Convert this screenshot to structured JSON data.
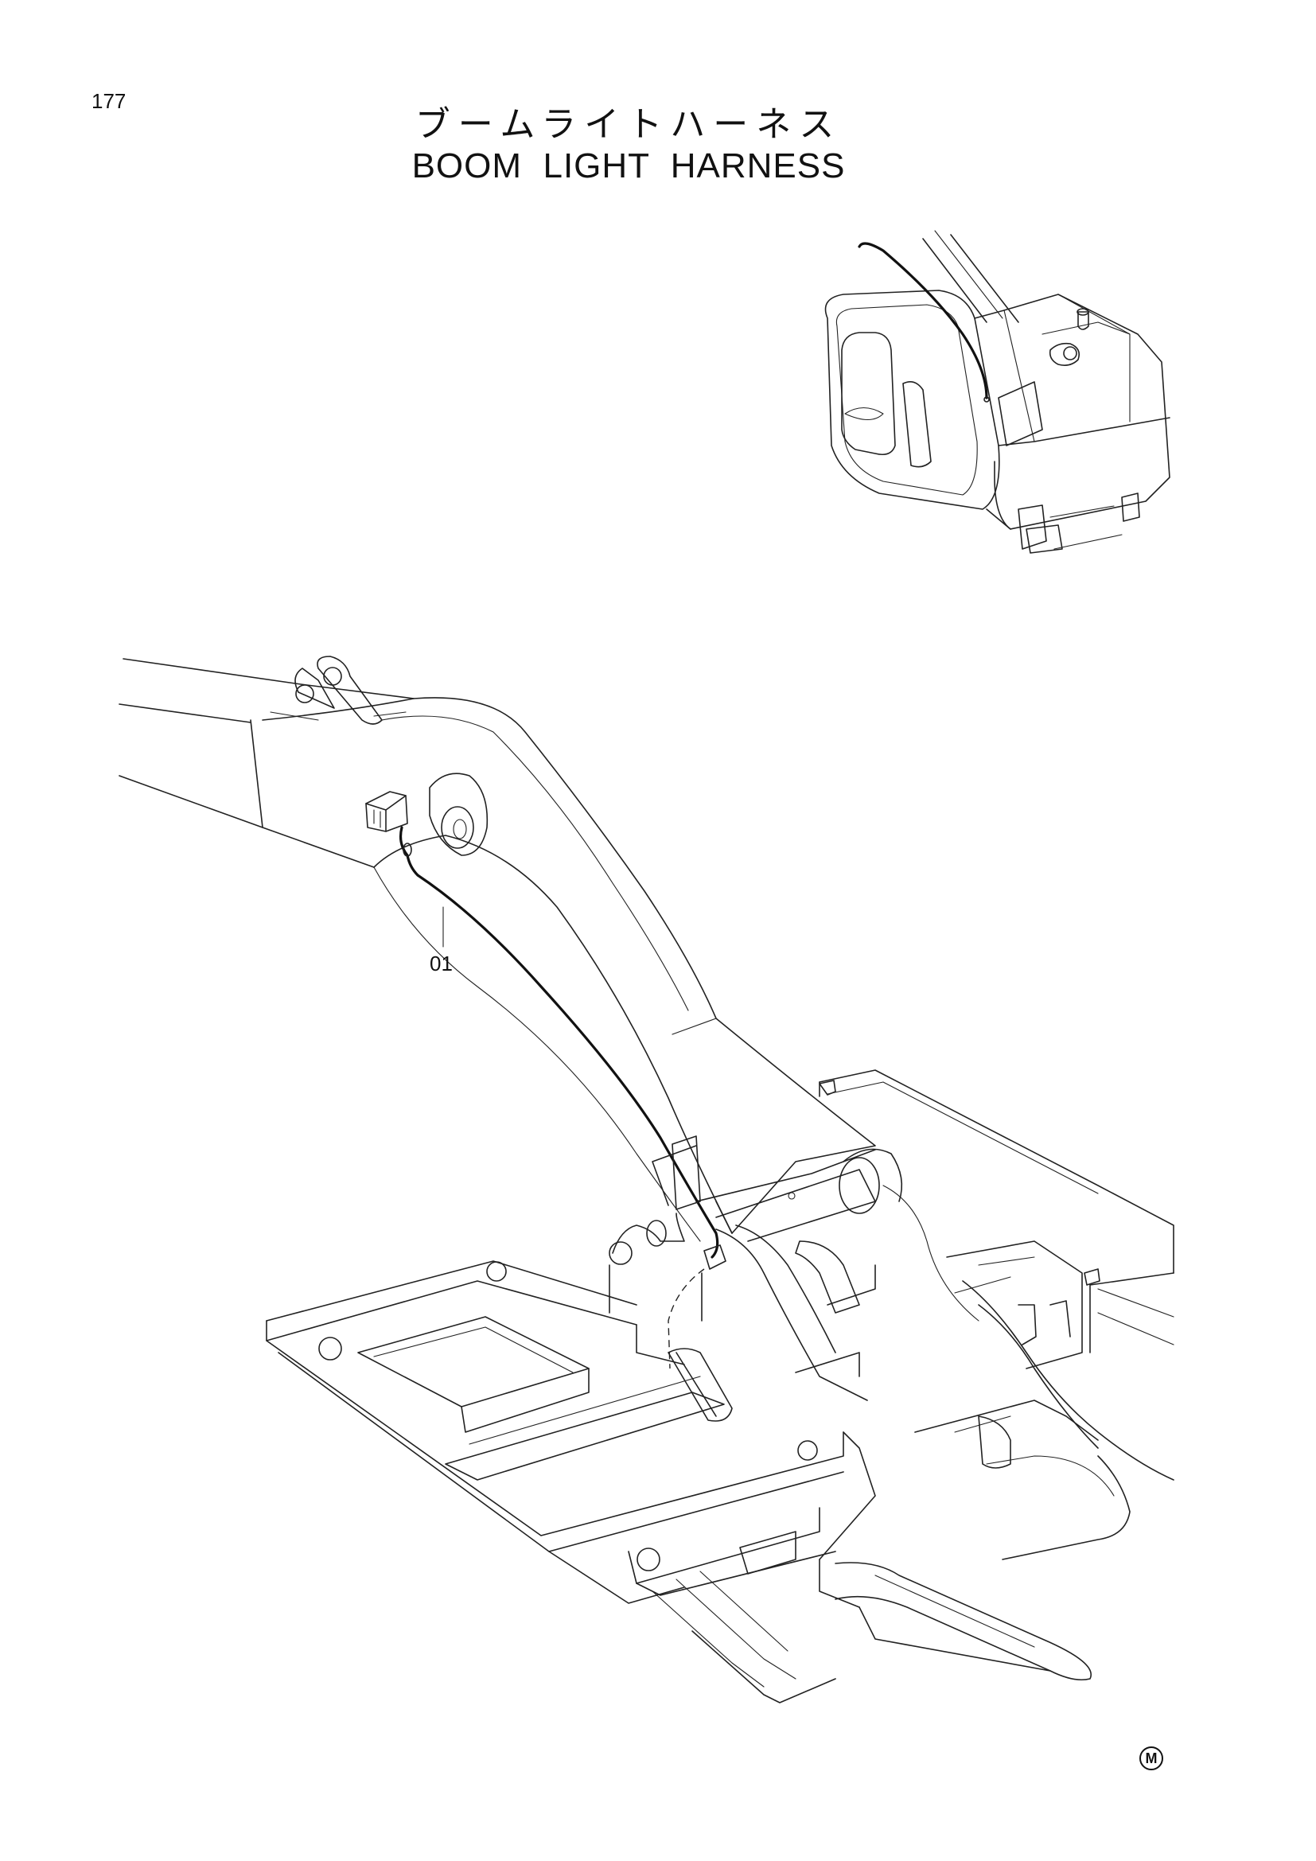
{
  "page": {
    "number": "177",
    "title_jp": "ブームライトハーネス",
    "title_en": "BOOM  LIGHT  HARNESS"
  },
  "callouts": [
    {
      "id": "01",
      "label": "01"
    }
  ],
  "symbols": {
    "corner_mark": "M",
    "corner_mark_icon": "circled-m-icon"
  }
}
